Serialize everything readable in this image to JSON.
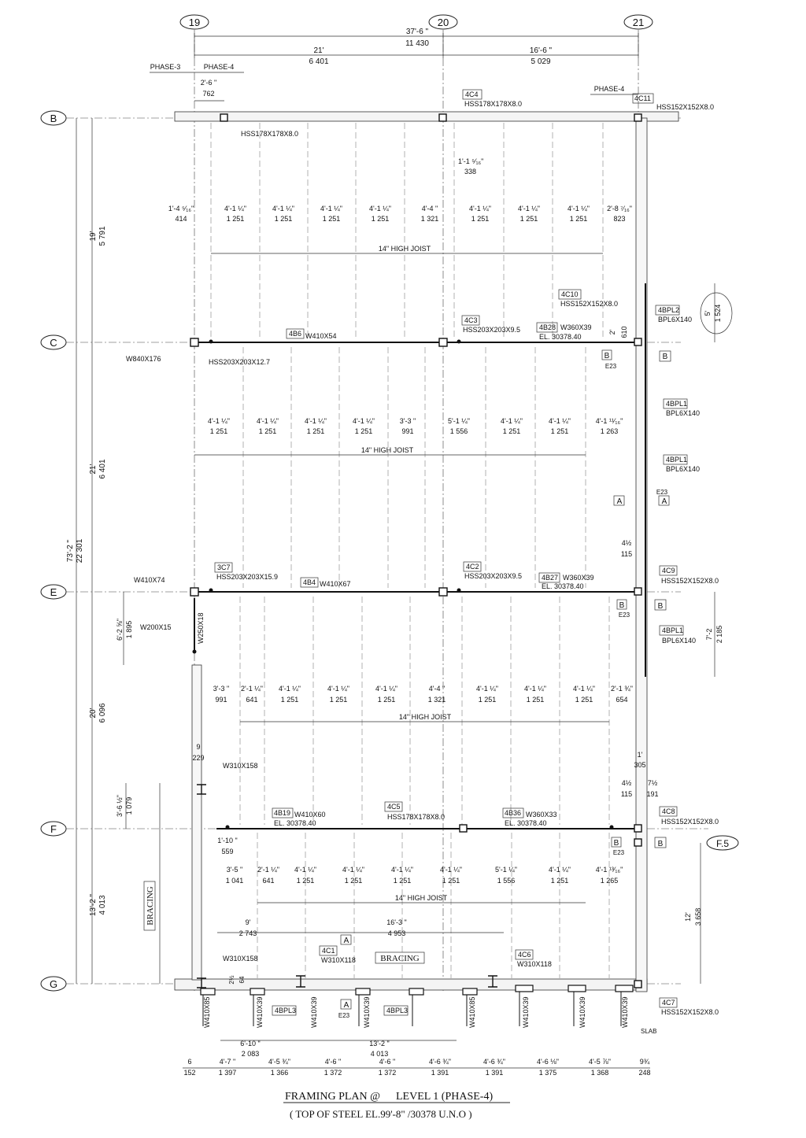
{
  "grid": {
    "cols": [
      "19",
      "20",
      "21"
    ],
    "rows": [
      "B",
      "C",
      "E",
      "F",
      "G"
    ],
    "extra": "F.5"
  },
  "top_dims": {
    "overall_imp": "37'-6 \"",
    "overall_met": "11 430",
    "left_imp": "21'",
    "left_met": "6 401",
    "right_imp": "16'-6 \"",
    "right_met": "5 029",
    "offset_imp": "2'-6 \"",
    "offset_met": "762"
  },
  "phases": {
    "p3": "PHASE-3",
    "p4a": "PHASE-4",
    "p4b": "PHASE-4"
  },
  "left_dims": [
    {
      "imp": "19'",
      "met": "5 791"
    },
    {
      "imp": "21'",
      "met": "6 401"
    },
    {
      "imp": "20'",
      "met": "6 096"
    },
    {
      "imp": "13'-2 \"",
      "met": "4 013"
    },
    {
      "imp": "73'-2 \"",
      "met": "22 301"
    },
    {
      "imp": "6'-2 ⅝\"",
      "met": "1 895"
    },
    {
      "imp": "3'-6 ½\"",
      "met": "1 079"
    },
    {
      "imp": "9",
      "met": "229"
    }
  ],
  "right_dims": [
    {
      "imp": "5'",
      "met": "1 524"
    },
    {
      "imp": "7'-2",
      "met": "2 185"
    },
    {
      "imp": "12'",
      "met": "3 658"
    },
    {
      "imp": "2'",
      "met": "610"
    },
    {
      "imp": "4½",
      "met": "115"
    },
    {
      "imp": "4½",
      "met": "115"
    },
    {
      "imp": "7½",
      "met": "191"
    },
    {
      "imp": "1'",
      "met": "305"
    },
    {
      "imp": "1'-1 ⁵⁄₁₆\"",
      "met": "338"
    },
    {
      "imp": "1'-10 \"",
      "met": "559"
    },
    {
      "imp": "2½",
      "met": "64"
    }
  ],
  "spacing_rows": [
    {
      "imp": [
        "1'-4 ⁵⁄₁₆\"",
        "4'-1 ¼\"",
        "4'-1 ¼\"",
        "4'-1 ¼\"",
        "4'-1 ¼\"",
        "4'-4 \"",
        "4'-1 ¼\"",
        "4'-1 ¼\"",
        "4'-1 ¼\"",
        "2'-8 ⁷⁄₁₆\""
      ],
      "met": [
        "414",
        "1 251",
        "1 251",
        "1 251",
        "1 251",
        "1 321",
        "1 251",
        "1 251",
        "1 251",
        "823"
      ]
    },
    {
      "imp": [
        "4'-1 ¼\"",
        "4'-1 ¼\"",
        "4'-1 ¼\"",
        "4'-1 ¼\"",
        "3'-3 \"",
        "5'-1 ¼\"",
        "4'-1 ¼\"",
        "4'-1 ¼\"",
        "4'-1 ¹¹⁄₁₆\""
      ],
      "met": [
        "1 251",
        "1 251",
        "1 251",
        "1 251",
        "991",
        "1 556",
        "1 251",
        "1 251",
        "1 263"
      ]
    },
    {
      "imp": [
        "3'-3 \"",
        "2'-1 ¼\"",
        "4'-1 ¼\"",
        "4'-1 ¼\"",
        "4'-1 ¼\"",
        "4'-4 \"",
        "4'-1 ¼\"",
        "4'-1 ¼\"",
        "4'-1 ¼\"",
        "2'-1 ¾\""
      ],
      "met": [
        "991",
        "641",
        "1 251",
        "1 251",
        "1 251",
        "1 321",
        "1 251",
        "1 251",
        "1 251",
        "654"
      ]
    },
    {
      "imp": [
        "3'-5 \"",
        "2'-1 ¼\"",
        "4'-1 ¼\"",
        "4'-1 ¼\"",
        "4'-1 ¼\"",
        "4'-1 ¼\"",
        "5'-1 ¼\"",
        "4'-1 ¼\"",
        "4'-1 ¹³⁄₁₆\""
      ],
      "met": [
        "1 041",
        "641",
        "1 251",
        "1 251",
        "1 251",
        "1 251",
        "1 556",
        "1 251",
        "1 265"
      ]
    }
  ],
  "joist_label": "14\" HIGH JOIST",
  "members": {
    "c4": "4C4",
    "c4_sec": "HSS178X178X8.0",
    "c11": "4C11",
    "c11_sec": "HSS152X152X8.0",
    "b_left": "HSS178X178X8.0",
    "c10": "4C10",
    "c10_sec": "HSS152X152X8.0",
    "bpl2": "4BPL2",
    "bpl2_sec": "BPL6X140",
    "c3": "4C3",
    "c3_sec": "HSS203X203X9.5",
    "b28": "4B28",
    "b28_sec": "W360X39",
    "b28_el": "EL. 30378.40",
    "b6": "4B6",
    "b6_sec": "W410X54",
    "w840": "W840X176",
    "c_left_col": "HSS203X203X12.7",
    "bpl1a": "4BPL1",
    "bpl1a_sec": "BPL6X140",
    "bpl1b": "4BPL1",
    "bpl1b_sec": "BPL6X140",
    "c7": "3C7",
    "c7_sec": "HSS203X203X15.9",
    "w410x74": "W410X74",
    "b4": "4B4",
    "b4_sec": "W410X67",
    "c2": "4C2",
    "c2_sec": "HSS203X203X9.5",
    "b27": "4B27",
    "b27_sec": "W360X39",
    "b27_el": "EL. 30378.40",
    "c9": "4C9",
    "c9_sec": "HSS152X152X8.0",
    "bpl1c": "4BPL1",
    "bpl1c_sec": "BPL6X140",
    "w200": "W200X15",
    "w250": "W250X18",
    "w310a": "W310X158",
    "b19": "4B19",
    "b19_sec": "W410X60",
    "b19_el": "EL. 30378.40",
    "c5": "4C5",
    "c5_sec": "HSS178X178X8.0",
    "b36": "4B36",
    "b36_sec": "W360X33",
    "b36_el": "EL. 30378.40",
    "c8": "4C8",
    "c8_sec": "HSS152X152X8.0",
    "w310b": "W310X158",
    "c1": "4C1",
    "c1_sec": "W310X118",
    "c6": "4C6",
    "c6_sec": "W310X118",
    "c7b": "4C7",
    "c7b_sec": "HSS152X152X8.0",
    "bpl3a": "4BPL3",
    "bpl3b": "4BPL3",
    "slab": "SLAB"
  },
  "bottom_cols": [
    "W410X85",
    "W410X39",
    "W410X39",
    "W410X39",
    "W410X85",
    "W410X39",
    "W410X39",
    "W410X39"
  ],
  "bracing": {
    "vert": "BRACING",
    "horiz": "BRACING"
  },
  "inner_dims": [
    {
      "imp": "9'",
      "met": "2 743"
    },
    {
      "imp": "16'-3 \"",
      "met": "4 953"
    },
    {
      "imp": "6'-10 \"",
      "met": "2 083"
    },
    {
      "imp": "13'-2 \"",
      "met": "4 013"
    }
  ],
  "bottom_dims": {
    "imp": [
      "6",
      "4'-7 \"",
      "4'-5 ¾\"",
      "4'-6 \"",
      "4'-6 \"",
      "4'-6 ¾\"",
      "4'-6 ¾\"",
      "4'-6 ⅛\"",
      "4'-5 ⅞\"",
      "9¾"
    ],
    "met": [
      "152",
      "1 397",
      "1 366",
      "1 372",
      "1 372",
      "1 391",
      "1 391",
      "1 375",
      "1 368",
      "248"
    ]
  },
  "sections": {
    "b": "B",
    "a": "A",
    "e23": "E23"
  },
  "title": {
    "line1a": "FRAMING PLAN @",
    "line1b": "LEVEL 1 (PHASE-4)",
    "line2": "( TOP OF STEEL EL.99'-8\" /30378      U.N.O )"
  }
}
